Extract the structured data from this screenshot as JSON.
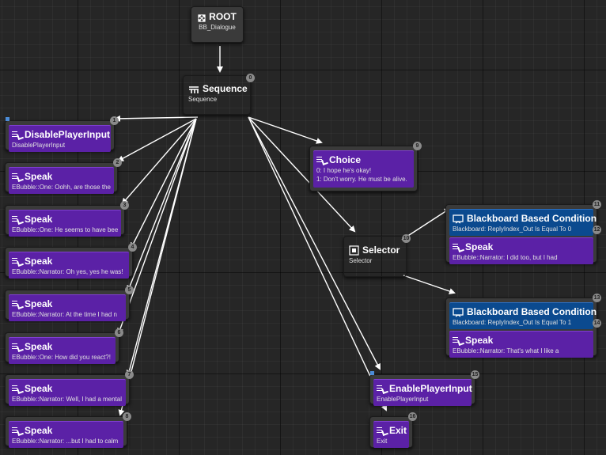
{
  "graph": {
    "root": {
      "title": "ROOT",
      "subtitle": "BB_Dialogue"
    },
    "sequence": {
      "title": "Sequence",
      "subtitle": "Sequence",
      "index": "0"
    },
    "disable": {
      "title": "DisablePlayerInput",
      "subtitle": "DisablePlayerInput",
      "index": "1"
    },
    "speaks": [
      {
        "title": "Speak",
        "subtitle": "EBubble::One: Oohh, are those the",
        "index": "2"
      },
      {
        "title": "Speak",
        "subtitle": "EBubble::One: He seems to have bee",
        "index": "3"
      },
      {
        "title": "Speak",
        "subtitle": "EBubble::Narrator:  Oh yes, yes he was!",
        "index": "4"
      },
      {
        "title": "Speak",
        "subtitle": "EBubble::Narrator:  At the time I had n",
        "index": "5"
      },
      {
        "title": "Speak",
        "subtitle": "EBubble::One: How did you react?!",
        "index": "6"
      },
      {
        "title": "Speak",
        "subtitle": "EBubble::Narrator: Well, I had a mental",
        "index": "7"
      },
      {
        "title": "Speak",
        "subtitle": "EBubble::Narrator: ...but I had to calm",
        "index": "8"
      }
    ],
    "choice": {
      "title": "Choice",
      "line1": "0: I hope he's okay!",
      "line2": "1: Don't worry. He must be alive.",
      "index": "9"
    },
    "selector": {
      "title": "Selector",
      "subtitle": "Selector",
      "index": "10"
    },
    "bb1": {
      "deco_title": "Blackboard Based Condition",
      "deco_sub": "Blackboard: ReplyIndex_Out Is Equal To 0",
      "deco_index": "11",
      "task_title": "Speak",
      "task_sub": "EBubble::Narrator: I did too, but I had",
      "task_index": "12"
    },
    "bb2": {
      "deco_title": "Blackboard Based Condition",
      "deco_sub": "Blackboard: ReplyIndex_Out Is Equal To 1",
      "deco_index": "13",
      "task_title": "Speak",
      "task_sub": "EBubble::Narrator: That's what I like a",
      "task_index": "14"
    },
    "enable": {
      "title": "EnablePlayerInput",
      "subtitle": "EnablePlayerInput",
      "index": "15"
    },
    "exit": {
      "title": "Exit",
      "subtitle": "Exit",
      "index": "16"
    }
  }
}
